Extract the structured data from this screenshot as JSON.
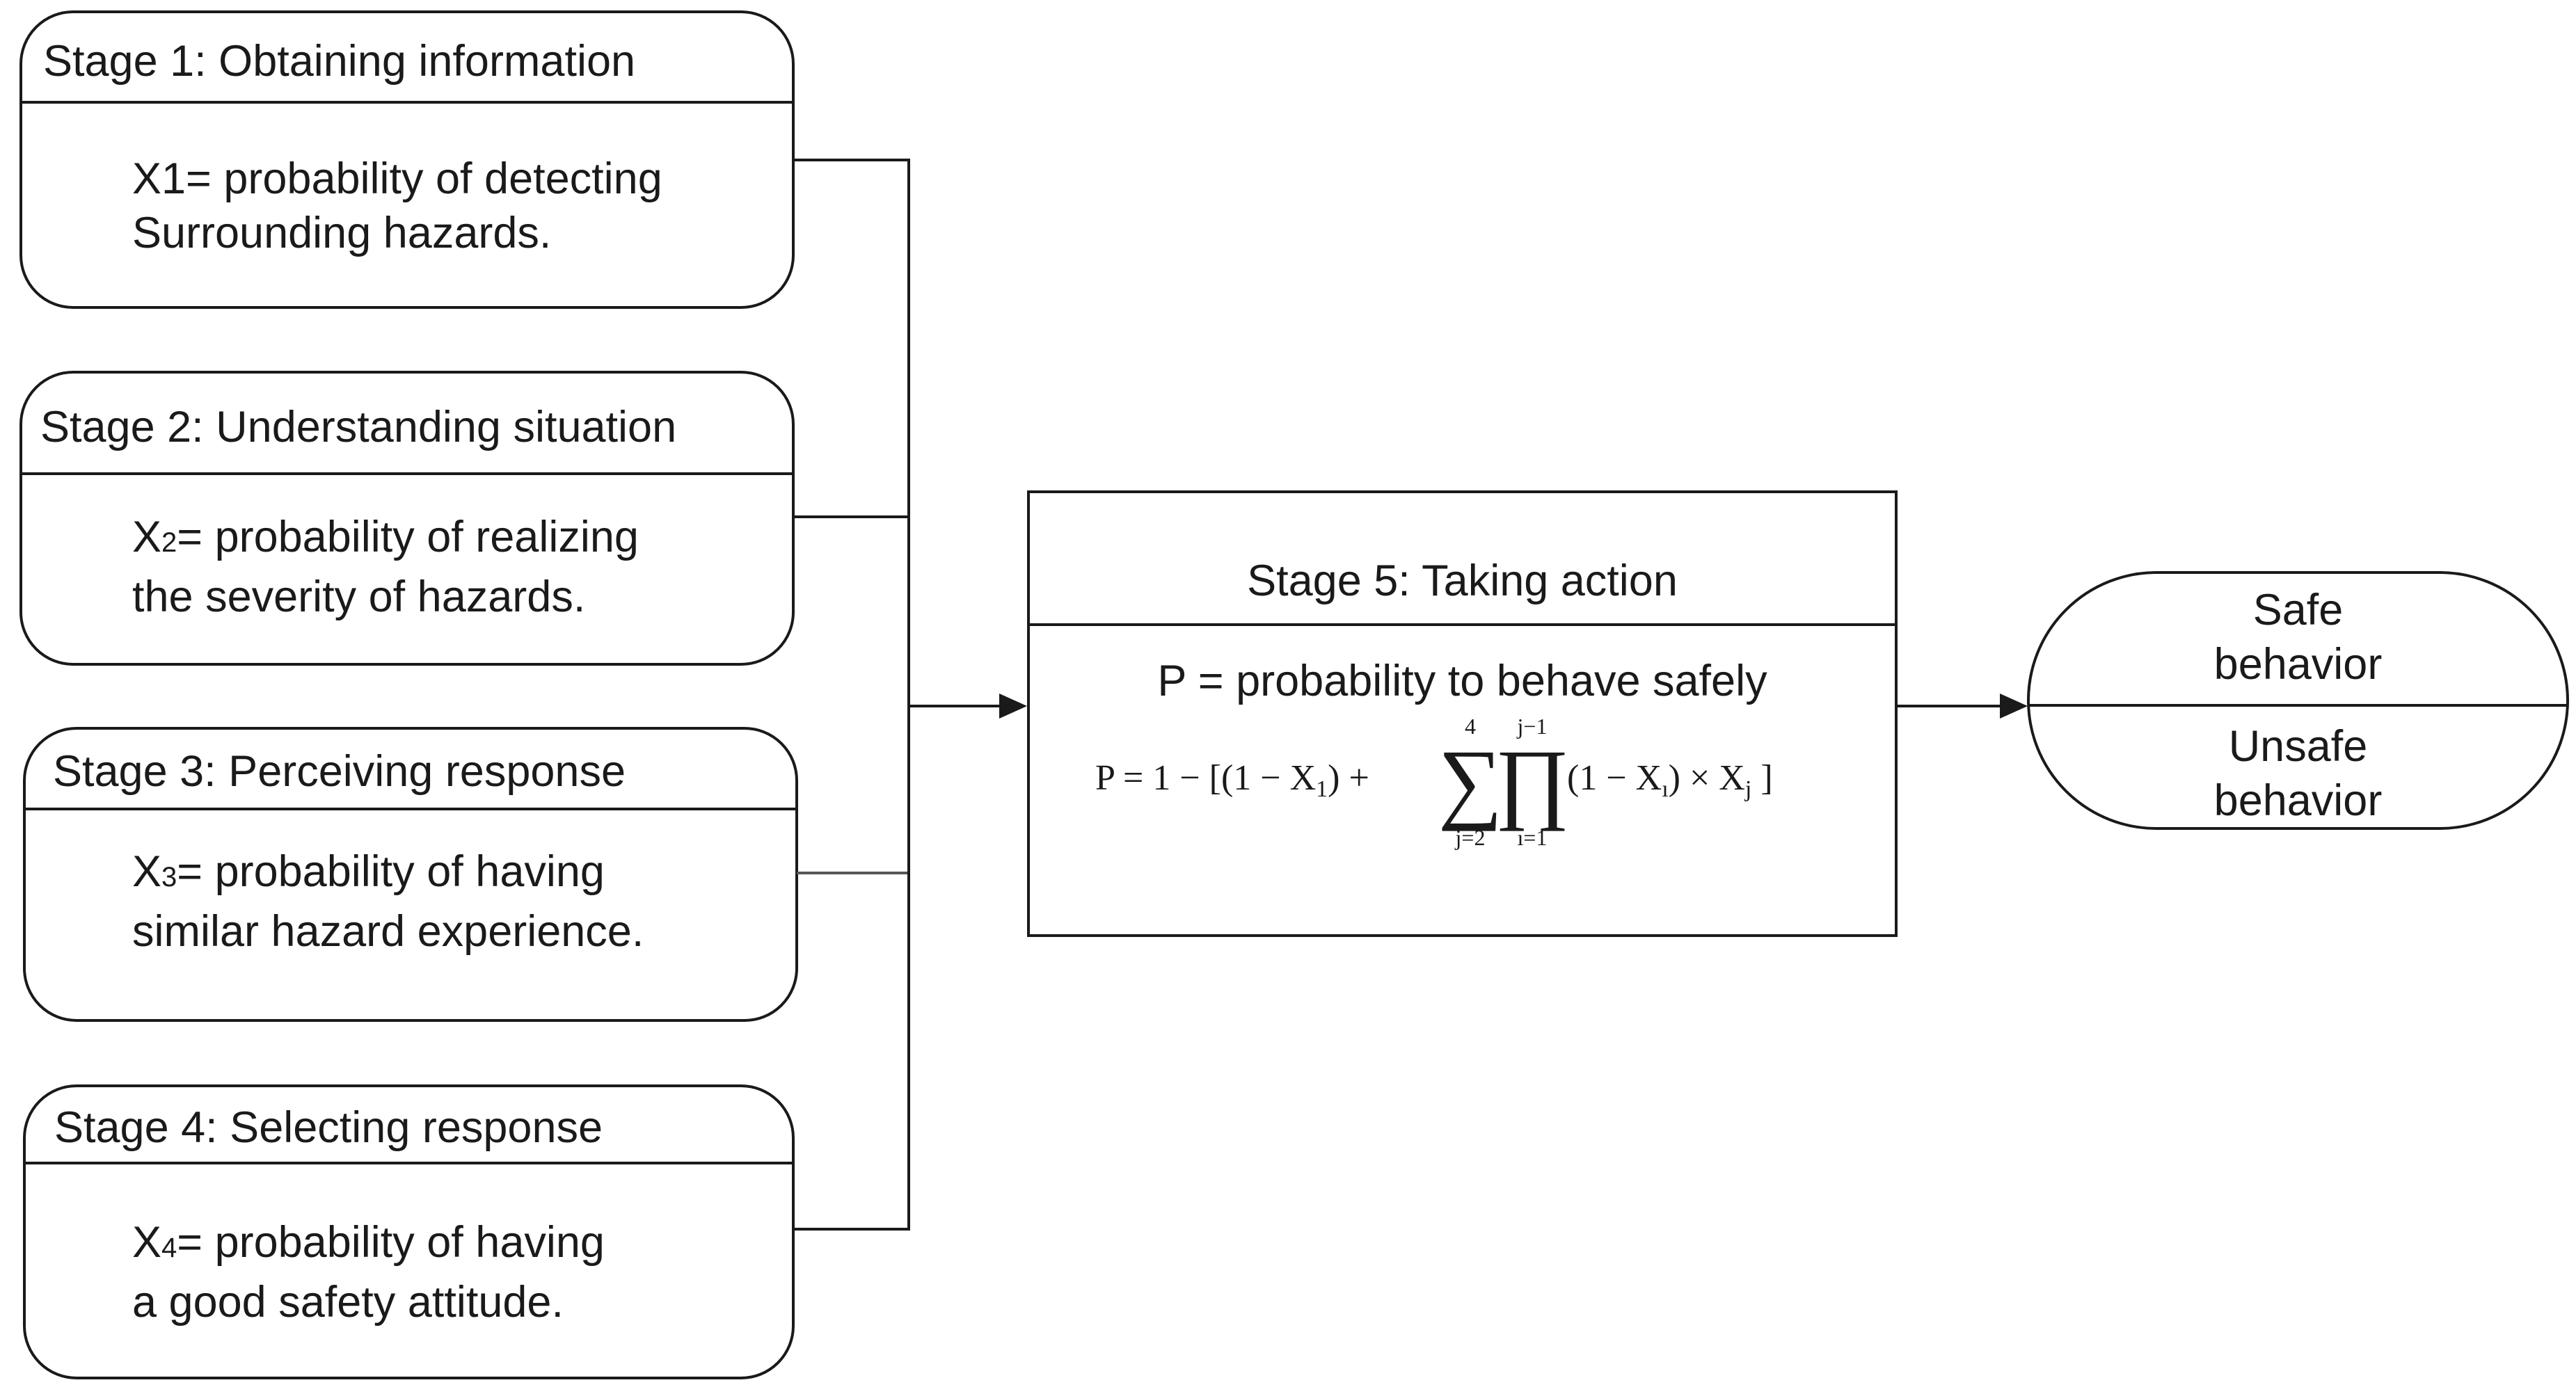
{
  "stages": [
    {
      "title": "Stage 1: Obtaining information",
      "line1": "X1= probability of detecting",
      "line2": "Surrounding hazards."
    },
    {
      "title": "Stage 2: Understanding situation",
      "var_letter": "X",
      "var_sub": "2",
      "line1_rest": "= probability of realizing",
      "line2": "the severity of hazards."
    },
    {
      "title": "Stage 3: Perceiving response",
      "var_letter": "X",
      "var_sub": "3",
      "line1_rest": "= probability of having",
      "line2": "similar hazard experience."
    },
    {
      "title": "Stage 4: Selecting response",
      "var_letter": "X",
      "var_sub": "4",
      "line1_rest": "= probability of having",
      "line2": "a good safety attitude."
    }
  ],
  "action": {
    "title": "Stage 5: Taking action",
    "probability_label": "P = probability to behave safely",
    "formula": {
      "lhs": "P = 1 − [(1 − X",
      "sub1": "1",
      "plus": ") +",
      "sum_upper": "4",
      "sum_lower": "j=2",
      "prod_upper": "j−1",
      "prod_lower": "ı=1",
      "term": "(1 − X",
      "term_sub": "ı",
      "times": ")  ×  X",
      "times_sub": "j",
      "close": " ]"
    }
  },
  "outcome": {
    "safe_line1": "Safe",
    "safe_line2": "behavior",
    "unsafe_line1": "Unsafe",
    "unsafe_line2": "behavior"
  },
  "colors": {
    "stroke": "#1a1a1a",
    "background": "#ffffff"
  }
}
